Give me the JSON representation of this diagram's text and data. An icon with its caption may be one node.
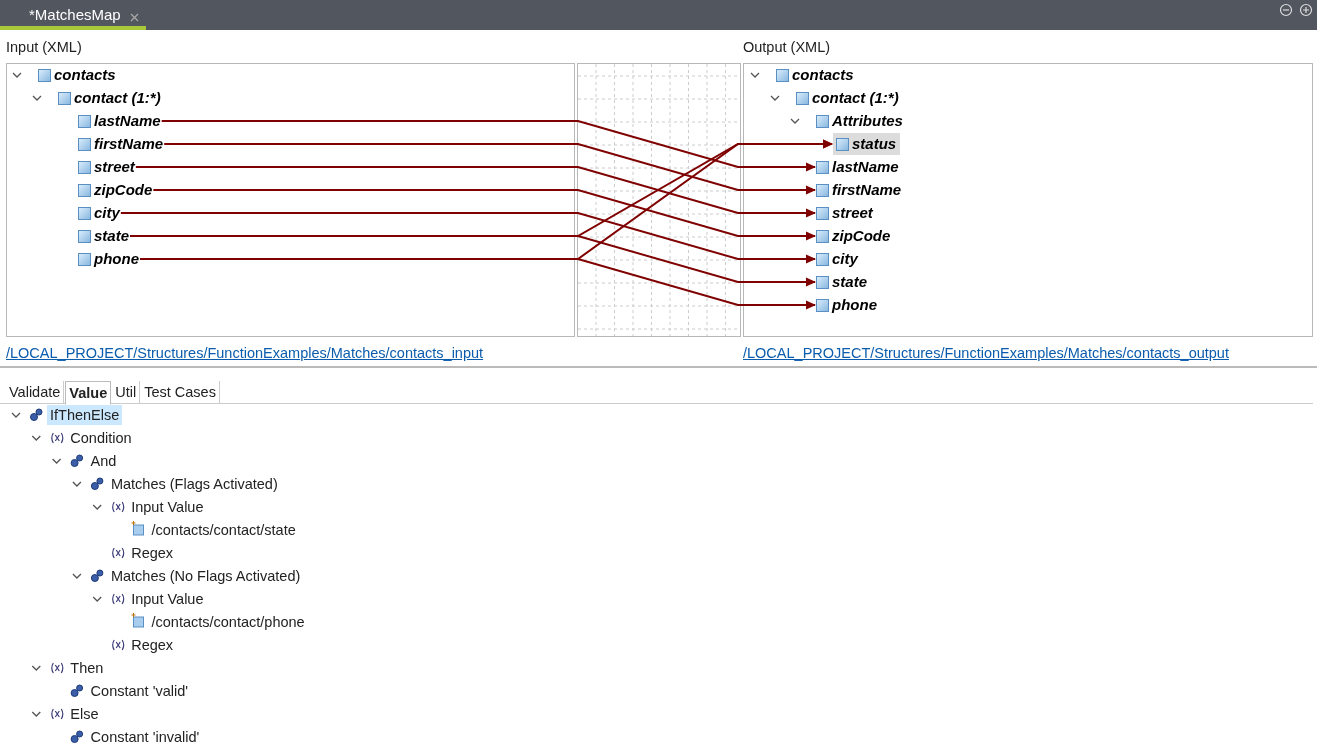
{
  "diagram": {
    "nodes": [
      {
        "text": [
          "contacts"
        ]
      },
      {
        "text": [
          "contact (1:*)"
        ]
      },
      {
        "text": [
          "lastName"
        ]
      },
      {
        "text": [
          "firstName"
        ]
      },
      {
        "text": [
          "street"
        ]
      },
      {
        "text": [
          "zipCode"
        ]
      },
      {
        "text": [
          "city"
        ]
      },
      {
        "text": [
          "state"
        ]
      },
      {
        "text": [
          "phone"
        ]
      },
      {
        "text": [
          "contacts"
        ]
      },
      {
        "text": [
          "contact (1:*)"
        ]
      },
      {
        "text": [
          "Attributes"
        ]
      },
      {
        "text": [
          "status"
        ]
      },
      {
        "text": [
          "lastName"
        ]
      },
      {
        "text": [
          "firstName"
        ]
      },
      {
        "text": [
          "street"
        ]
      },
      {
        "text": [
          "zipCode"
        ]
      },
      {
        "text": [
          "city"
        ]
      },
      {
        "text": [
          "state"
        ]
      },
      {
        "text": [
          "phone"
        ]
      }
    ],
    "edges": [
      {
        "from": 2,
        "to": 13,
        "arrow": "to"
      },
      {
        "from": 3,
        "to": 14,
        "arrow": "to"
      },
      {
        "from": 4,
        "to": 15,
        "arrow": "to"
      },
      {
        "from": 5,
        "to": 16,
        "arrow": "to"
      },
      {
        "from": 6,
        "to": 17,
        "arrow": "to"
      },
      {
        "from": 7,
        "to": 12,
        "arrow": "to"
      },
      {
        "from": 7,
        "to": 18,
        "arrow": "to"
      },
      {
        "from": 8,
        "to": 12,
        "arrow": "to"
      },
      {
        "from": 8,
        "to": 19,
        "arrow": "to"
      }
    ],
    "labels": [
      "*MatchesMap",
      "Input (XML)",
      "Output (XML)",
      "/LOCAL_PROJECT/Structures/FunctionExamples/Matches/contacts_input",
      "/LOCAL_PROJECT/Structures/FunctionExamples/Matches/contacts_output",
      "Validate",
      "Value",
      "Util",
      "Test Cases",
      "IfThenElse",
      "Condition",
      "And",
      "Matches (Flags Activated)",
      "Input Value",
      "/contacts/contact/state",
      "Regex",
      "Matches (No Flags Activated)",
      "Input Value",
      "/contacts/contact/phone",
      "Regex",
      "Then",
      "Constant 'valid'",
      "Else",
      "Constant 'invalid'"
    ]
  }
}
